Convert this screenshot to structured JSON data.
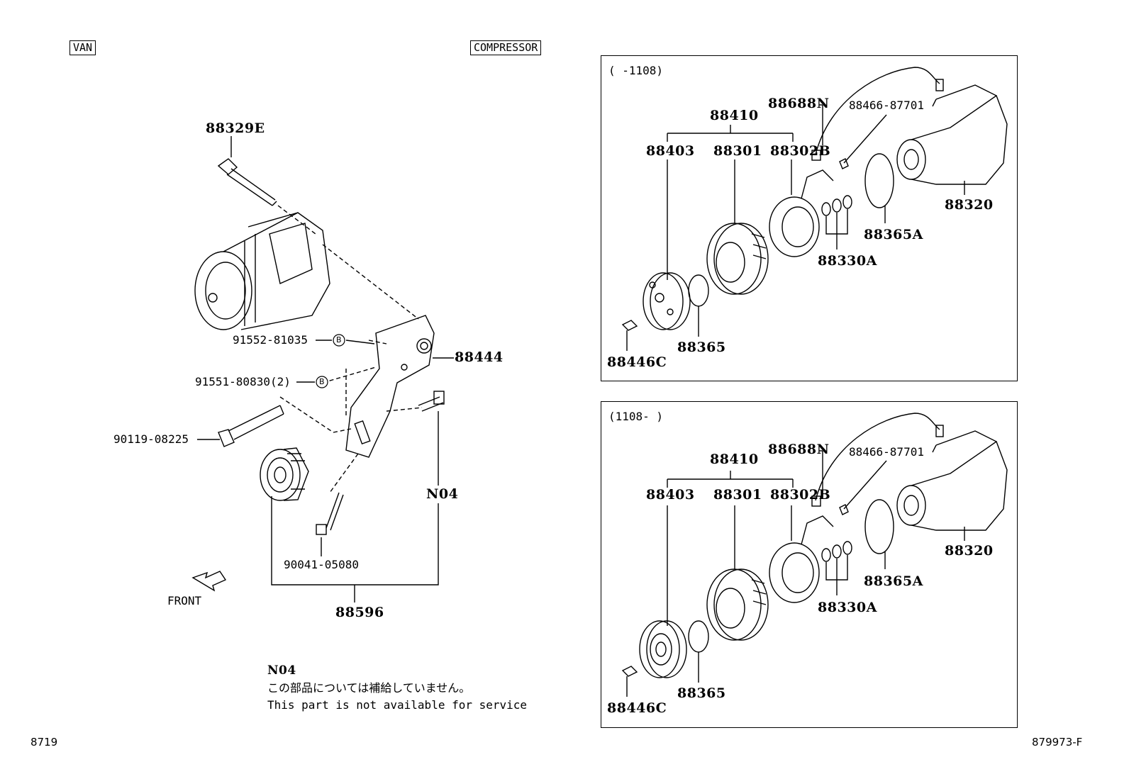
{
  "header": {
    "left_tag": "VAN",
    "right_tag": "COMPRESSOR"
  },
  "main": {
    "parts": {
      "bolt_top": "88329E",
      "bracket": "88444",
      "label_b1": "91552-81035",
      "label_b2": "91551-80830(2)",
      "circle_b": "B",
      "bolt_long": "90119-08225",
      "nut": "N04",
      "bolt_small": "90041-05080",
      "idler": "88596",
      "front": "FRONT"
    },
    "note": {
      "code": "N04",
      "jp": "この部品については補給していません。",
      "en": "This part is not available for service"
    }
  },
  "panel_top": {
    "range": "(     -1108)",
    "labels": {
      "a": "88410",
      "b": "88403",
      "c": "88301",
      "d": "88302B",
      "e": "88688N",
      "f": "88466-87701",
      "g": "88320",
      "h": "88365A",
      "i": "88330A",
      "j": "88365",
      "k": "88446C"
    }
  },
  "panel_bottom": {
    "range": "(1108-     )",
    "labels": {
      "a": "88410",
      "b": "88403",
      "c": "88301",
      "d": "88302B",
      "e": "88688N",
      "f": "88466-87701",
      "g": "88320",
      "h": "88365A",
      "i": "88330A",
      "j": "88365",
      "k": "88446C"
    }
  },
  "footer": {
    "left_code": "8719",
    "right_code": "879973-F"
  }
}
